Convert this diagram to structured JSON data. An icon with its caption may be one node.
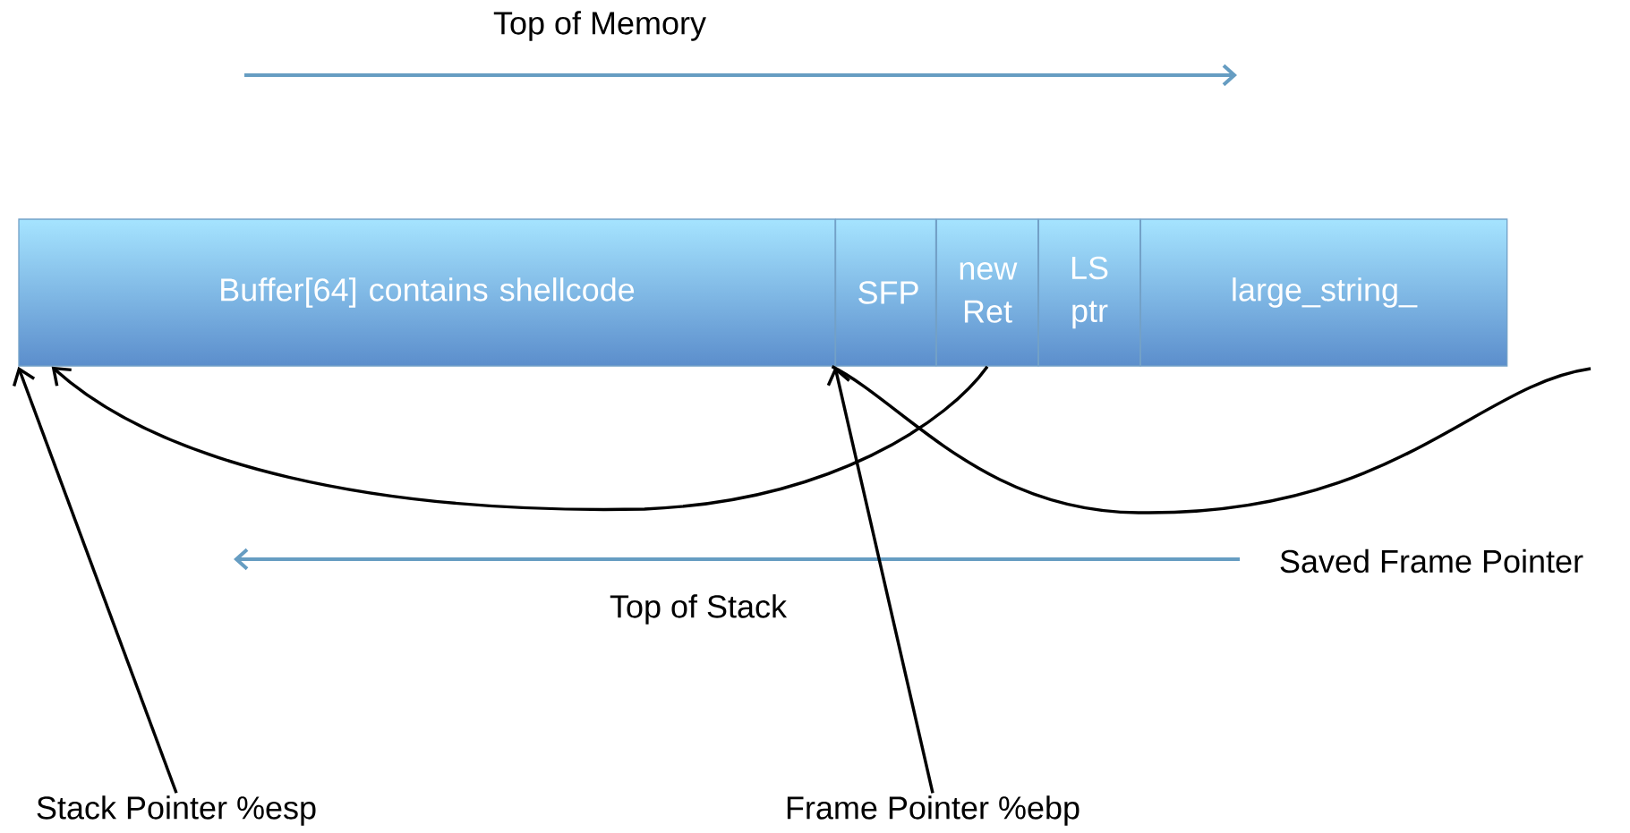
{
  "diagram": {
    "nodes": [
      {
        "text": [
          "Buffer[64] contains shellcode"
        ]
      },
      {
        "text": [
          "SFP"
        ]
      },
      {
        "text": [
          "new Ret"
        ]
      },
      {
        "text": [
          "LS ptr"
        ]
      },
      {
        "text": [
          "large_string_"
        ]
      },
      {
        "text": [
          "Stack Pointer %esp"
        ]
      },
      {
        "text": [
          "Frame Pointer %ebp"
        ]
      }
    ],
    "edges": [
      {
        "from": 2,
        "to": 0,
        "arrow": "to"
      },
      {
        "from": 1,
        "to": null,
        "arrow": "none"
      },
      {
        "from": 5,
        "to": 0,
        "arrow": "to"
      },
      {
        "from": 6,
        "to": 1,
        "arrow": "to"
      }
    ],
    "labels": [
      "Top of Memory",
      "Top of Stack",
      "Saved Frame Pointer"
    ]
  }
}
